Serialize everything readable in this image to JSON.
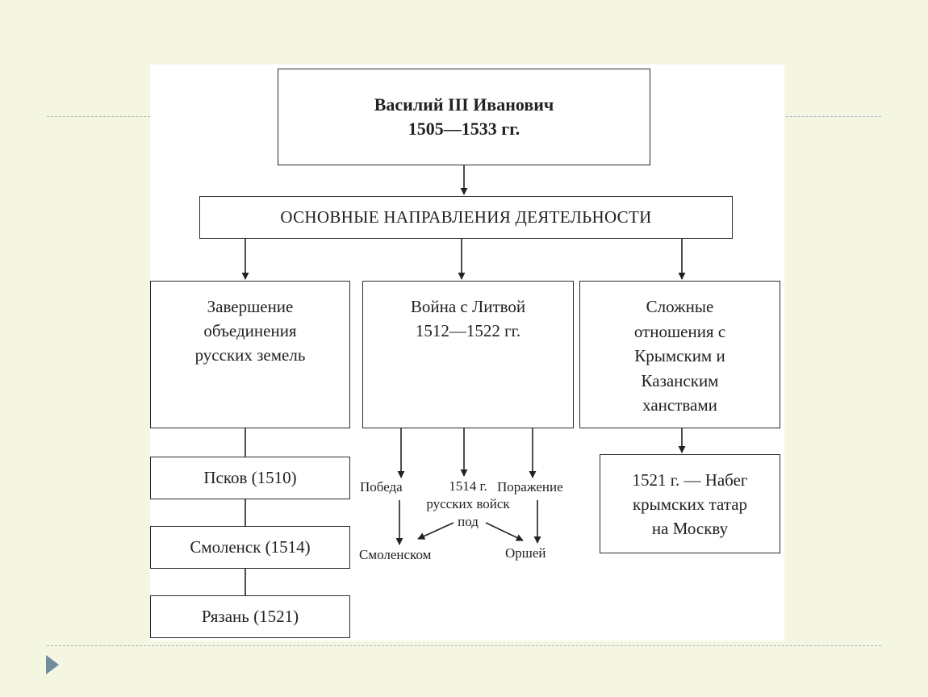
{
  "ruler": {
    "name": "Василий III Иванович",
    "years": "1505—1533 гг."
  },
  "directions_title": "ОСНОВНЫЕ НАПРАВЛЕНИЯ ДЕЯТЕЛЬНОСТИ",
  "unification": {
    "lines": [
      "Завершение",
      "объединения",
      "русских земель"
    ],
    "items": [
      "Псков (1510)",
      "Смоленск (1514)",
      "Рязань (1521)"
    ]
  },
  "lithuania": {
    "lines": [
      "Война с Литвой",
      "1512—1522 гг."
    ],
    "victory": "Победа",
    "defeat": "Поражение",
    "middle": [
      "1514 г.",
      "русских войск",
      "под"
    ],
    "smolensk": "Смоленском",
    "orsha": "Оршей"
  },
  "khanates": {
    "lines": [
      "Сложные",
      "отношения с",
      "Крымским и",
      "Казанским",
      "ханствами"
    ],
    "raid": [
      "1521 г. — Набег",
      "крымских татар",
      "на Москву"
    ]
  }
}
